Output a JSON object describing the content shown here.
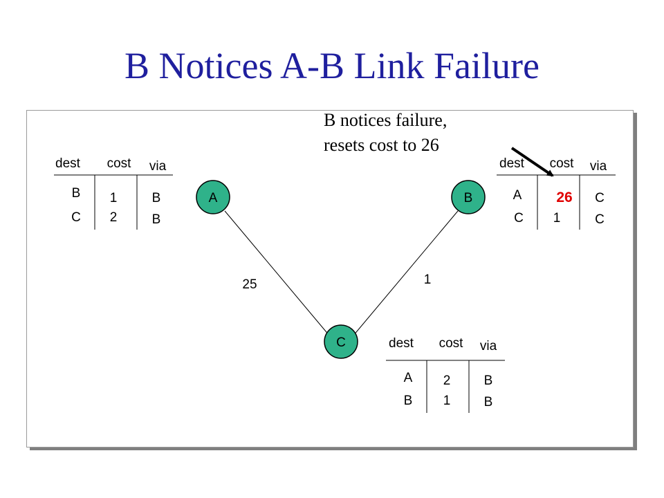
{
  "title": "B Notices A-B Link Failure",
  "annotation": {
    "line1": "B notices failure,",
    "line2": "resets cost to 26"
  },
  "colors": {
    "title": "#1f1f9e",
    "node_fill": "#2fb28a",
    "highlight": "#e00000"
  },
  "nodes": {
    "a": "A",
    "b": "B",
    "c": "C"
  },
  "links": {
    "ac": "25",
    "bc": "1"
  },
  "table_headers": {
    "dest": "dest",
    "cost": "cost",
    "via": "via"
  },
  "tables": {
    "a": {
      "rows": [
        {
          "dest": "B",
          "cost": "1",
          "via": "B"
        },
        {
          "dest": "C",
          "cost": "2",
          "via": "B"
        }
      ]
    },
    "b": {
      "rows": [
        {
          "dest": "A",
          "cost": "26",
          "via": "C"
        },
        {
          "dest": "C",
          "cost": "1",
          "via": "C"
        }
      ]
    },
    "c": {
      "rows": [
        {
          "dest": "A",
          "cost": "2",
          "via": "B"
        },
        {
          "dest": "B",
          "cost": "1",
          "via": "B"
        }
      ]
    }
  }
}
